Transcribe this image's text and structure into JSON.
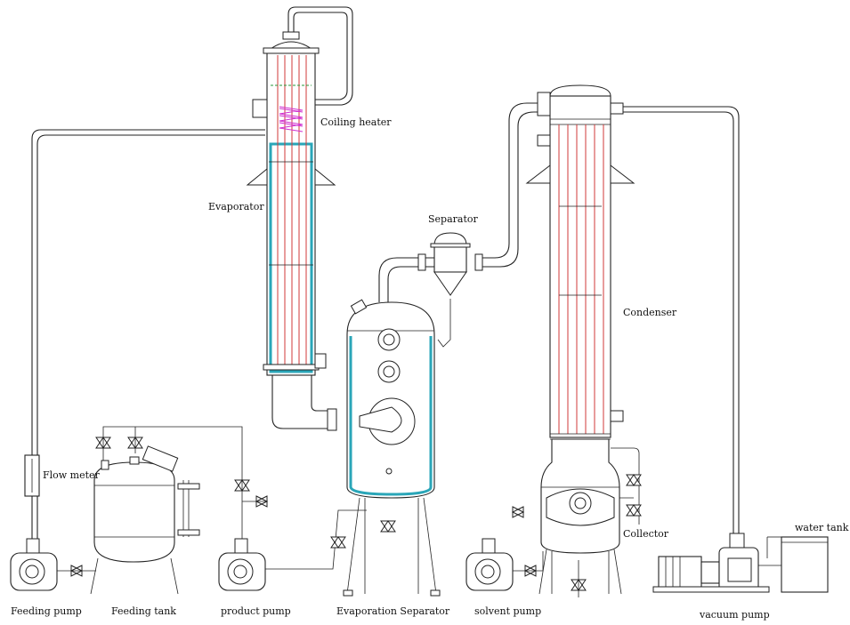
{
  "labels": {
    "coiling_heater": "Coiling heater",
    "evaporator": "Evaporator",
    "separator": "Separator",
    "condenser": "Condenser",
    "flow_meter": "Flow meter",
    "collector": "Collector",
    "water_tank": "water tank",
    "feeding_pump": "Feeding pump",
    "feeding_tank": "Feeding tank",
    "product_pump": "product pump",
    "evaporation_separator": "Evaporation Separator",
    "solvent_pump": "solvent pump",
    "vacuum_pump": "vacuum pump"
  },
  "colors": {
    "line": "#222222",
    "jacket": "#2aa6b8",
    "tubes": "#d23a3a",
    "coil": "#d030d0",
    "level_mark": "#2a9a3a"
  }
}
